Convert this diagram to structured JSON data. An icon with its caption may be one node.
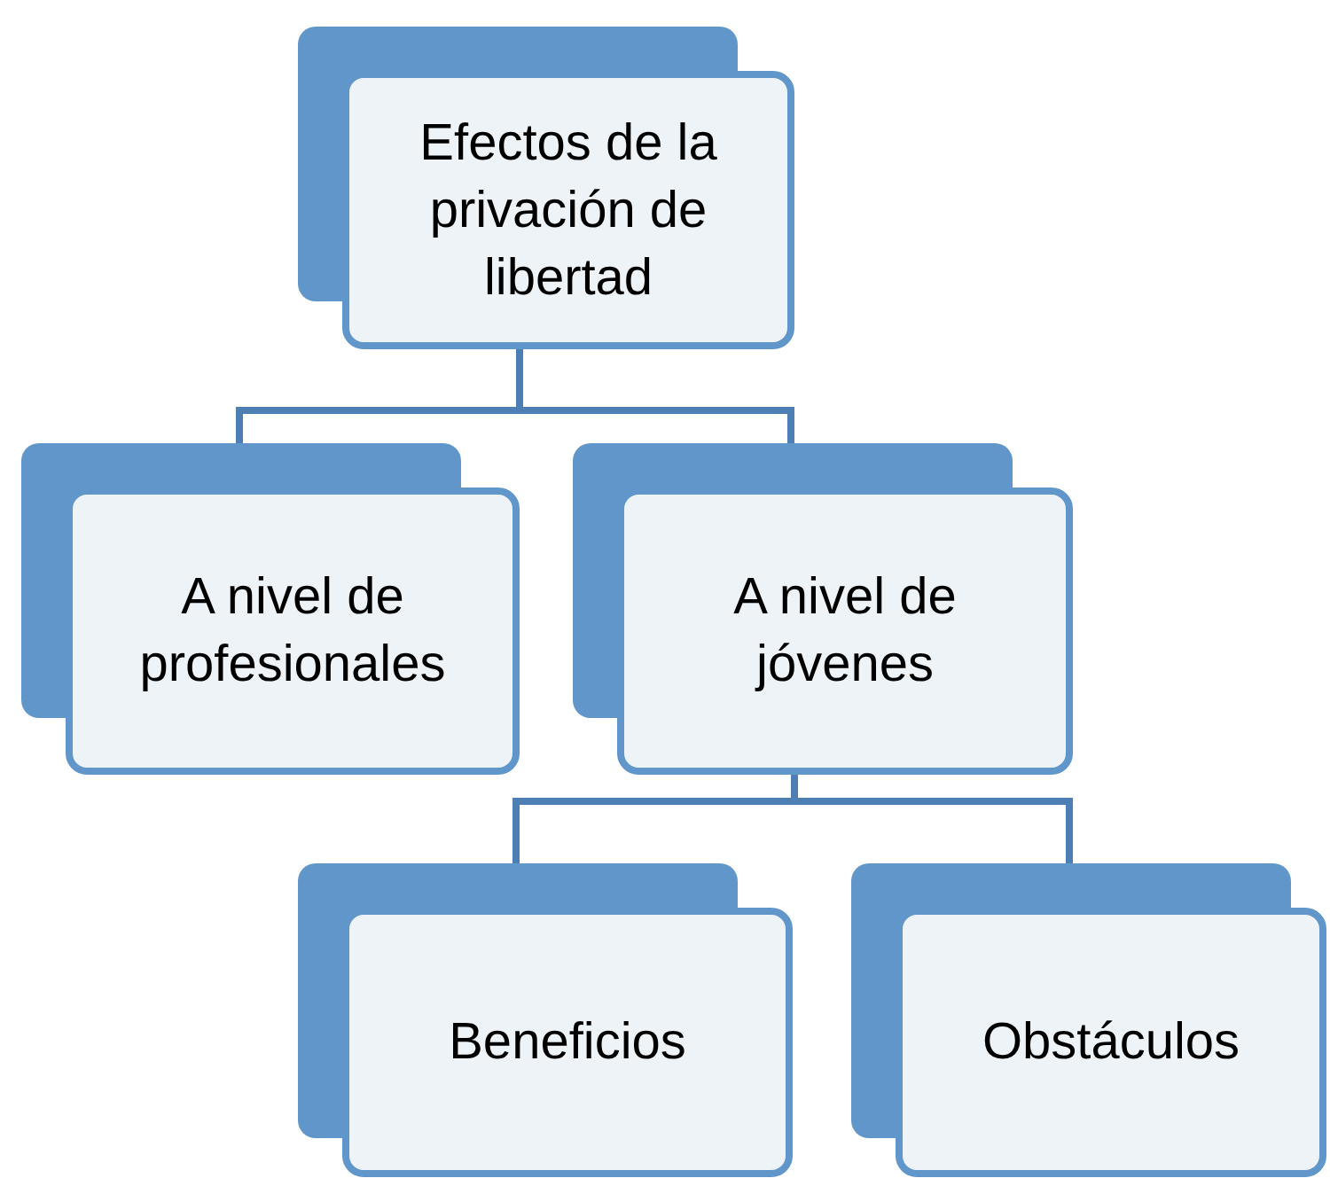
{
  "diagram": {
    "nodes": [
      {
        "text": [
          "Efectos de la privación de libertad"
        ]
      },
      {
        "text": [
          "A nivel de profesionales"
        ]
      },
      {
        "text": [
          "A nivel de jóvenes"
        ]
      },
      {
        "text": [
          "Beneficios"
        ]
      },
      {
        "text": [
          "Obstáculos"
        ]
      }
    ],
    "edges": [
      {
        "from": 0,
        "to": 1,
        "arrow": "none"
      },
      {
        "from": 0,
        "to": 2,
        "arrow": "none"
      },
      {
        "from": 2,
        "to": 3,
        "arrow": "none"
      },
      {
        "from": 2,
        "to": 4,
        "arrow": "none"
      }
    ]
  }
}
